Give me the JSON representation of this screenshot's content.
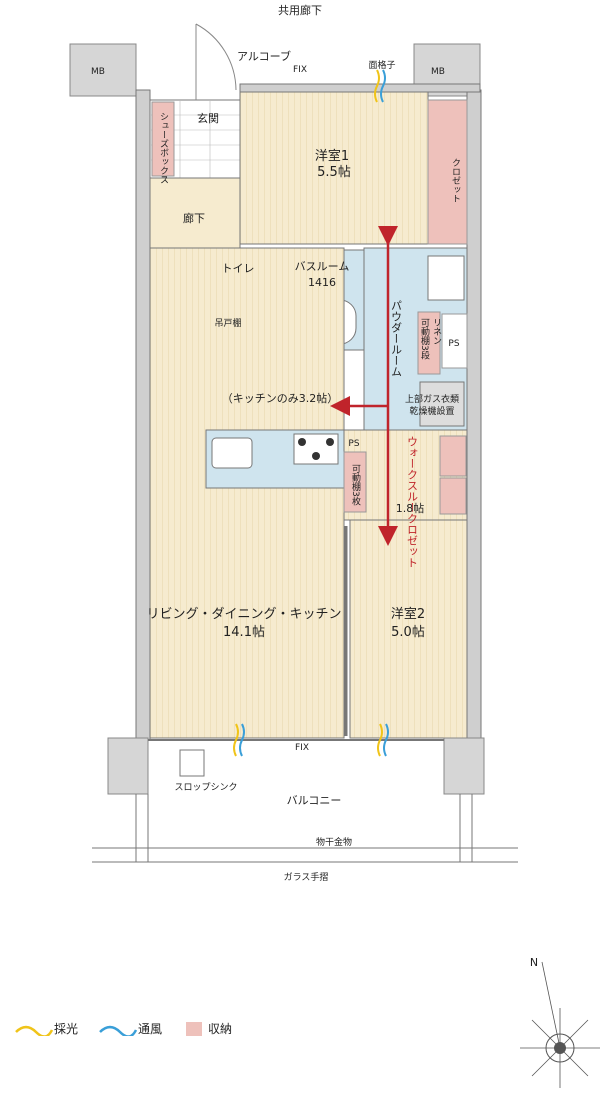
{
  "labels": {
    "corridor": "共用廊下",
    "alcove": "アルコーブ",
    "fix_top": "FIX",
    "grille": "面格子",
    "mb": "MB",
    "entrance": "玄関",
    "shoebox": "シューズボックス",
    "bedroom1": "洋室1",
    "bedroom1_size": "5.5帖",
    "closet": "クロゼット",
    "hall": "廊下",
    "toilet": "トイレ",
    "hanging_shelf": "吊戸棚",
    "bath": "バスルーム",
    "bath_size": "1416",
    "powder": "パウダールーム",
    "linen": "リネン",
    "adjustable3": "可動棚3段",
    "ps": "PS",
    "dryer1": "上部ガス衣類",
    "dryer2": "乾燥機設置",
    "kitchen_note": "（キッチンのみ3.2帖）",
    "adjustable_shelf": "可動棚3枚",
    "wic": "ウォークスルークロゼット",
    "wic_size": "1.8帖",
    "ldk": "リビング・ダイニング・キッチン",
    "ldk_size": "14.1帖",
    "bedroom2": "洋室2",
    "bedroom2_size": "5.0帖",
    "fix_bottom": "FIX",
    "slop_sink": "スロップシンク",
    "balcony": "バルコニー",
    "clothes_rail": "物干金物",
    "glass_rail": "ガラス手摺",
    "north": "N"
  },
  "legend": {
    "light": "採光",
    "wind": "通風",
    "storage": "収納"
  },
  "colors": {
    "floor": "#f6ebcf",
    "wet": "#cfe4ee",
    "storage": "#eec1bb",
    "wall": "#d6d6d6",
    "arrow": "#c0242b",
    "light": "#f0c419",
    "wind": "#3a9fd8"
  }
}
